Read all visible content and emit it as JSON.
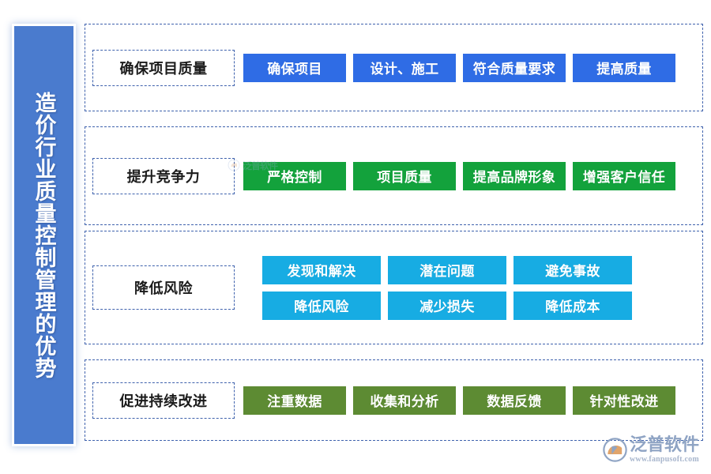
{
  "sidebar": {
    "title": "造价行业质量控制管理的优势",
    "background_color": "#4a7bce"
  },
  "colors": {
    "blue": "#2f6ce5",
    "green": "#13a23c",
    "cyan": "#17ace3",
    "olive": "#5d8b33",
    "dashed_border": "#3f62ad",
    "label_text": "#1b1b1b"
  },
  "rows": [
    {
      "label": "确保项目质量",
      "chip_color": "#2f6ce5",
      "layout": "single-line",
      "chips": [
        "确保项目",
        "设计、施工",
        "符合质量要求",
        "提高质量"
      ]
    },
    {
      "label": "提升竞争力",
      "chip_color": "#13a23c",
      "layout": "single-line",
      "chips": [
        "严格控制",
        "项目质量",
        "提高品牌形象",
        "增强客户信任"
      ]
    },
    {
      "label": "降低风险",
      "chip_color": "#17ace3",
      "layout": "two-line",
      "chips": [
        "发现和解决",
        "潜在问题",
        "避免事故",
        "降低风险",
        "减少损失",
        "降低成本"
      ]
    },
    {
      "label": "促进持续改进",
      "chip_color": "#5d8b33",
      "layout": "single-line",
      "chips": [
        "注重数据",
        "收集和分析",
        "数据反馈",
        "针对性改进"
      ]
    }
  ],
  "watermark": {
    "text": "泛普软件"
  },
  "logo": {
    "name": "泛普软件",
    "url": "www.fanpusoft.com"
  }
}
